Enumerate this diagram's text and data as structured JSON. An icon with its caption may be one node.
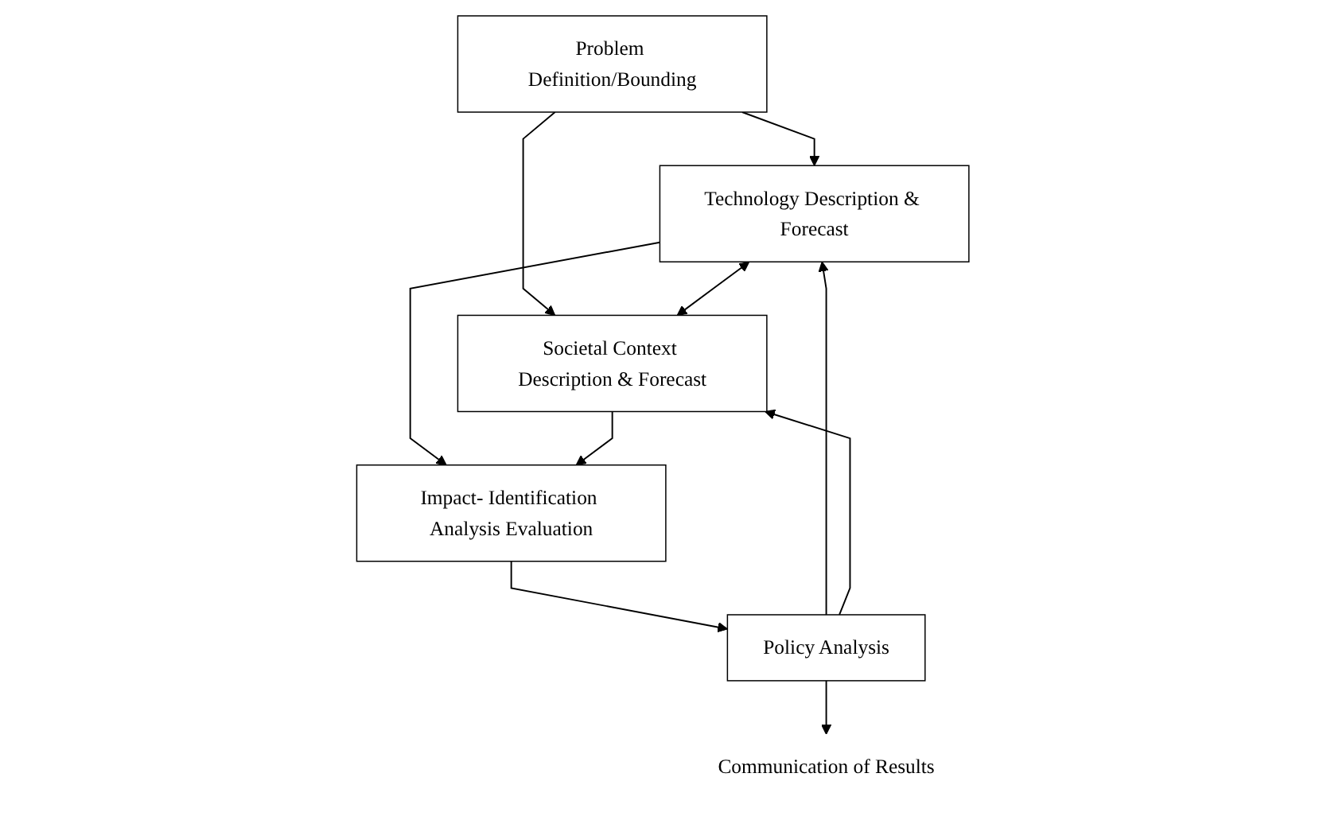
{
  "diagram": {
    "nodes": [
      {
        "text": [
          "Problem Definition/Bounding"
        ]
      },
      {
        "text": [
          "Technology Description & Forecast"
        ]
      },
      {
        "text": [
          "Societal Context Description & Forecast"
        ]
      },
      {
        "text": [
          "Impact- Identification Analysis Evaluation"
        ]
      },
      {
        "text": [
          "Policy Analysis"
        ]
      },
      {
        "text": [
          "Communication of Results"
        ]
      }
    ],
    "edges": [
      {
        "from": 0,
        "to": 1,
        "arrow": "to"
      },
      {
        "from": 0,
        "to": 2,
        "arrow": "to"
      },
      {
        "from": 1,
        "to": 2,
        "arrow": "both"
      },
      {
        "from": 1,
        "to": 3,
        "arrow": "to"
      },
      {
        "from": 2,
        "to": 3,
        "arrow": "to"
      },
      {
        "from": 3,
        "to": 4,
        "arrow": "to"
      },
      {
        "from": 4,
        "to": 1,
        "arrow": "to"
      },
      {
        "from": 4,
        "to": 2,
        "arrow": "to"
      },
      {
        "from": 4,
        "to": 5,
        "arrow": "to"
      }
    ]
  }
}
